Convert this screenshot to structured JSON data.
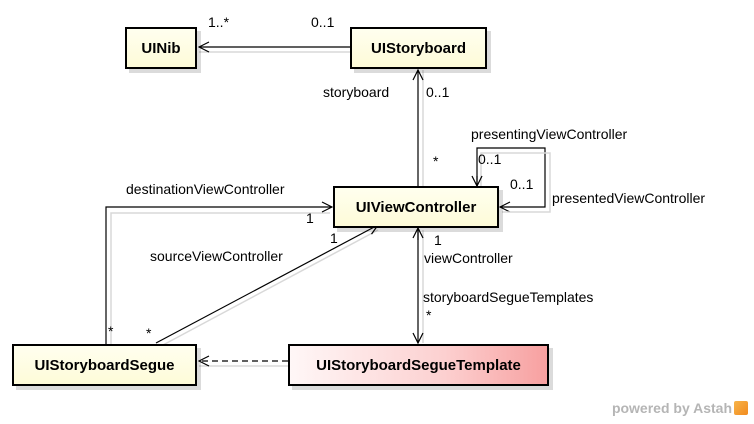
{
  "classes": {
    "uinib": "UINib",
    "uistoryboard": "UIStoryboard",
    "uiviewcontroller": "UIViewController",
    "uistoryboardsegue": "UIStoryboardSegue",
    "uistoryboardseguetemplate": "UIStoryboardSegueTemplate"
  },
  "labels": {
    "nib_mult": "1..*",
    "storyboard_mult_top": "0..1",
    "storyboard_role": "storyboard",
    "storyboard_mult": "0..1",
    "vc_star": "*",
    "presenting_role": "presentingViewController",
    "presenting_mult": "0..1",
    "presented_mult": "0..1",
    "presented_role": "presentedViewController",
    "destination_role": "destinationViewController",
    "destination_mult": "1",
    "source_mult": "1",
    "source_role": "sourceViewController",
    "vc_mult_templates": "1",
    "viewcontroller_role": "viewController",
    "templates_role": "storyboardSegueTemplates",
    "templates_mult": "*",
    "segue_star_left": "*",
    "segue_star_right": "*"
  },
  "footer": {
    "text": "powered by Astah",
    "logo": "astah-logo-icon"
  },
  "colors": {
    "class_fill": "#fefbd8",
    "template_fill": "#f7a0a0",
    "footer_text": "#b5b5b5"
  }
}
